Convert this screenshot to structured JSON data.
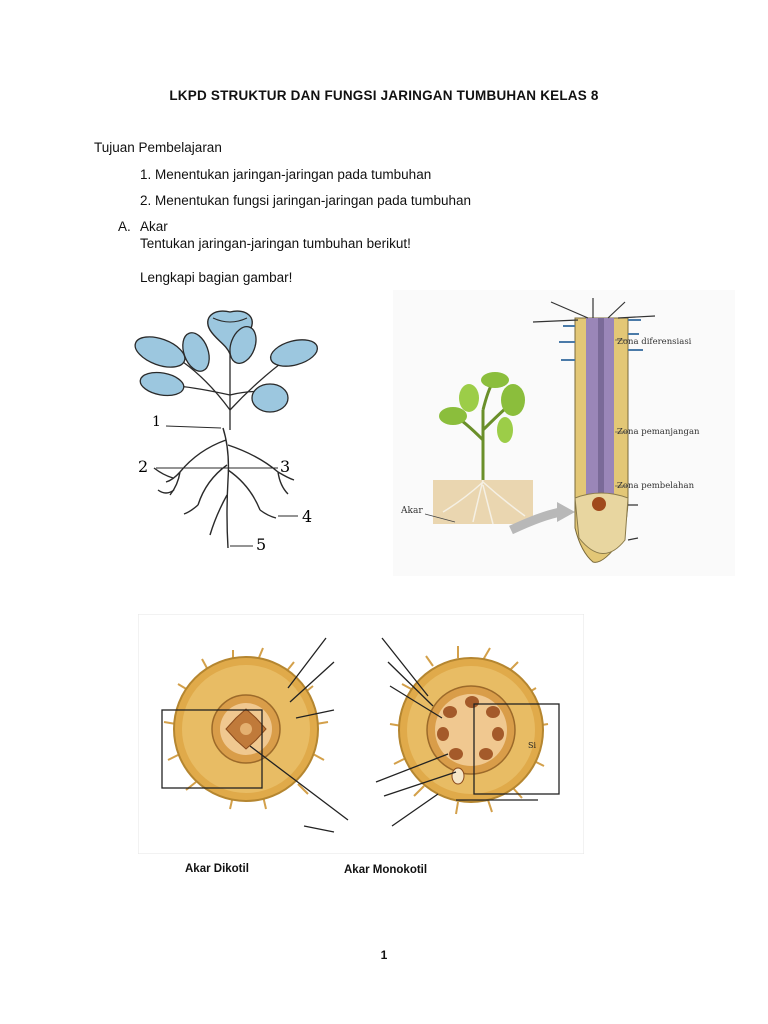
{
  "title": "LKPD STRUKTUR DAN FUNGSI JARINGAN TUMBUHAN KELAS 8",
  "objectives": {
    "heading": "Tujuan Pembelajaran",
    "items": [
      "1. Menentukan jaringan-jaringan pada tumbuhan",
      "2. Menentukan fungsi jaringan-jaringan pada tumbuhan"
    ]
  },
  "section_a": {
    "marker": "A.",
    "heading": "Akar",
    "instruction": "Tentukan jaringan-jaringan tumbuhan berikut!",
    "task": "Lengkapi bagian gambar!"
  },
  "figure_plant": {
    "labels": [
      "1",
      "2",
      "3",
      "4",
      "5"
    ]
  },
  "figure_root_tip": {
    "akar_label": "Akar",
    "zones": [
      "Zona diferensiasi",
      "Zona pemanjangan",
      "Zona pembelahan"
    ]
  },
  "figure_cross_section": {
    "dicot_caption": "Akar Dikotil",
    "monocot_caption": "Akar Monokotil",
    "small_label": "Si"
  },
  "page_number": "1",
  "colors": {
    "leaf_blue": "#9cc7df",
    "root_tan": "#e0aa4a",
    "root_tip_cream": "#e8d6a0",
    "stele_purple": "#9a86b8",
    "leaf_green": "#8bbe3c",
    "soil": "#ead6b0"
  }
}
